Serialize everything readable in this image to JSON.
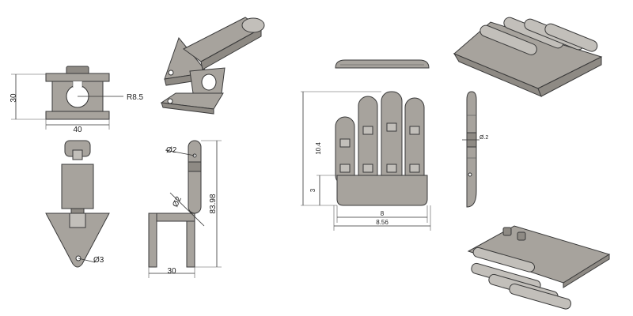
{
  "colors": {
    "part": "#a7a39d",
    "part_dark": "#8e8a84",
    "part_light": "#c2bfba",
    "outline": "#3a3a3a",
    "dimension": "#333333"
  },
  "left_drawing": {
    "top_view": {
      "width_label": "40",
      "height_label": "30",
      "radius_label": "R8.5"
    },
    "front_view": {
      "hole_label": "Ø3"
    },
    "side_view": {
      "pin_upper_label": "Ø2",
      "pin_lower_label": "Ø2",
      "height_label": "83.98",
      "width_label": "30"
    }
  },
  "right_drawing": {
    "front_view": {
      "height_label": "10.4",
      "base_height_label": "3",
      "inner_width_label": "8",
      "overall_width_label": "8.56"
    },
    "side_view": {
      "pin_label": "Ø.2"
    }
  }
}
